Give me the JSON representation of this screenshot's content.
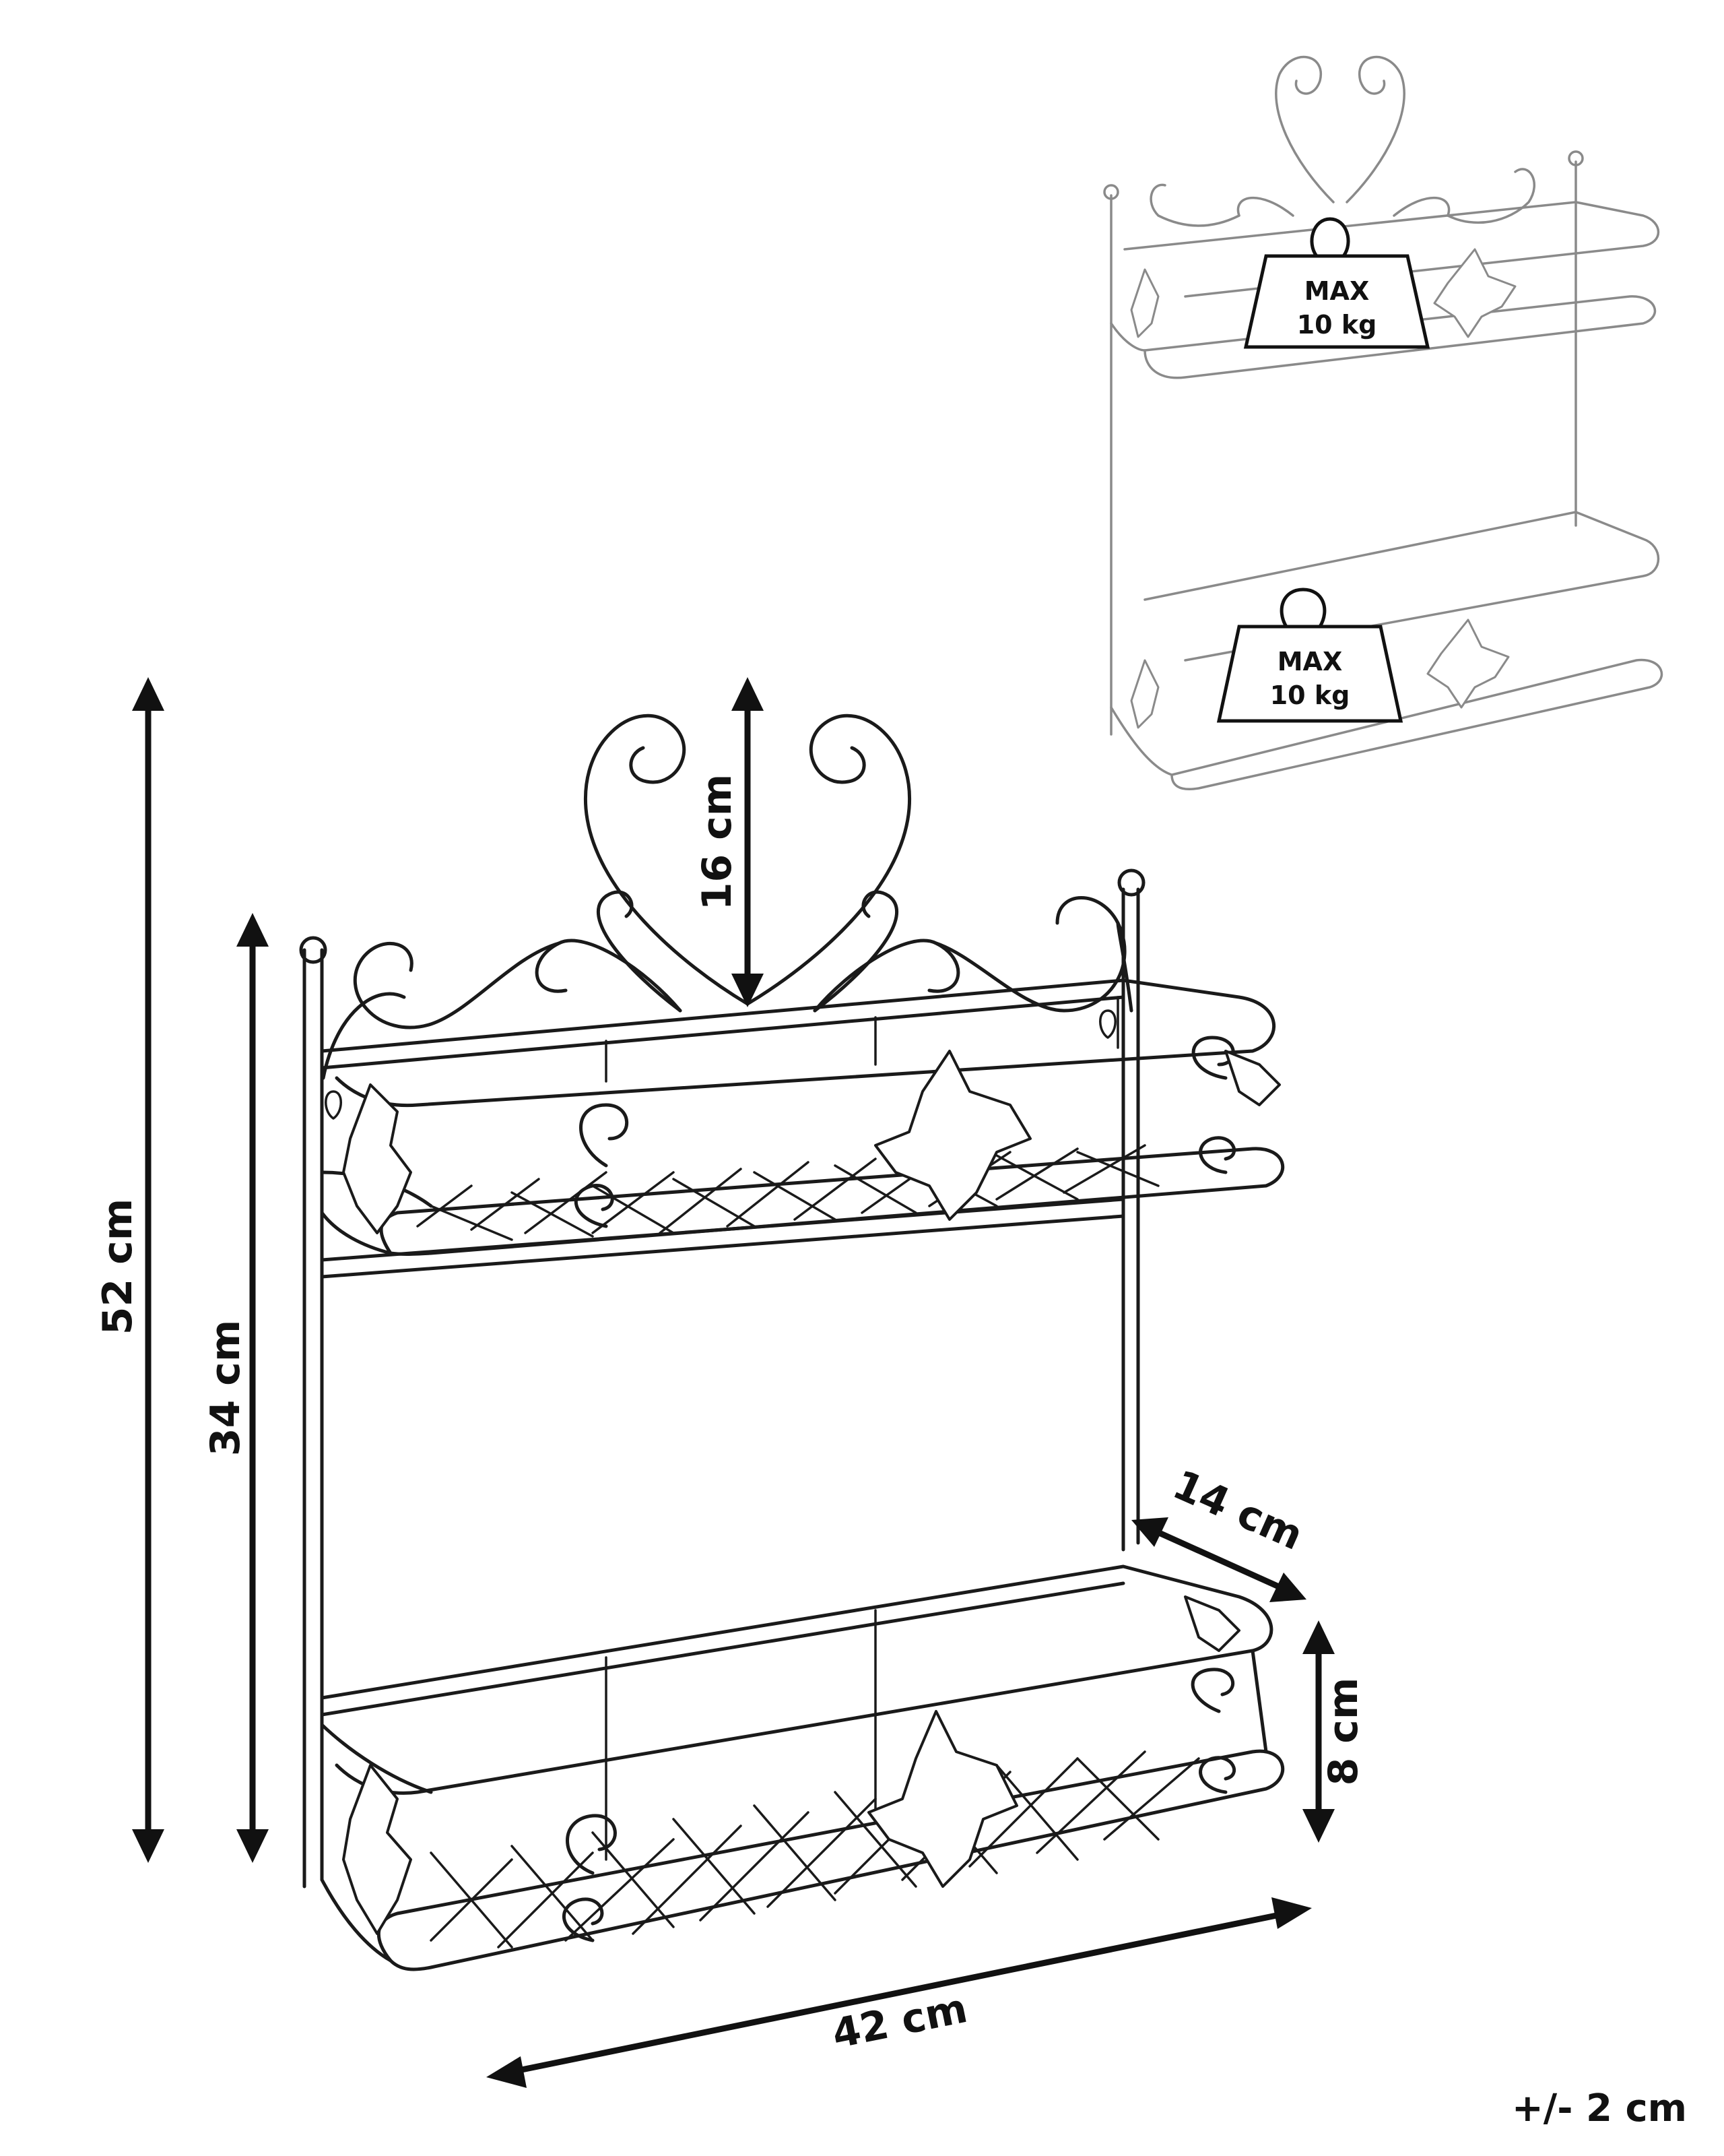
{
  "dimensions": {
    "total_height": "52 cm",
    "frame_height": "34 cm",
    "crest_height": "16 cm",
    "depth": "14 cm",
    "shelf_height": "8 cm",
    "width": "42 cm"
  },
  "tolerance": "+/- 2 cm",
  "load": {
    "upper_shelf": {
      "line1": "MAX",
      "line2": "10 kg"
    },
    "lower_shelf": {
      "line1": "MAX",
      "line2": "10 kg"
    }
  },
  "colors": {
    "line": "#1a1a1a",
    "ghost_line": "#8a8a8a",
    "dimension": "#111111",
    "background": "#ffffff"
  }
}
